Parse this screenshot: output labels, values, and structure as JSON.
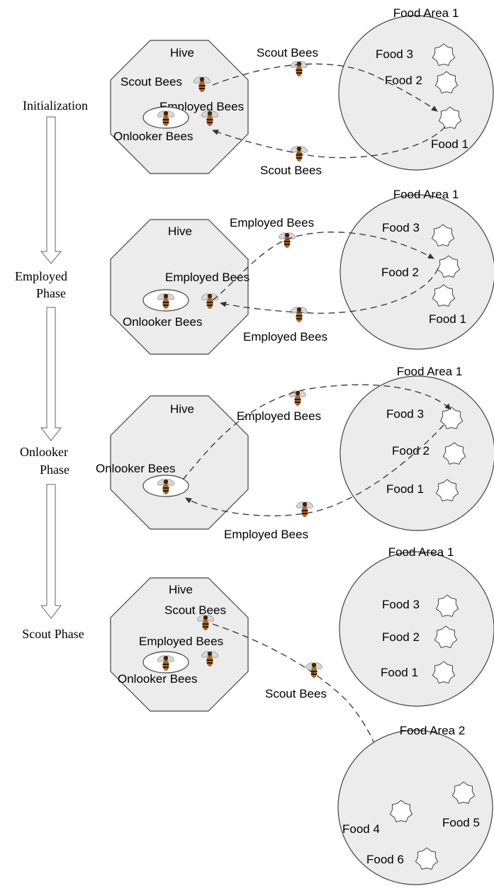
{
  "phases": {
    "initialization": "Initialization",
    "employed_line1": "Employed",
    "employed_line2": "Phase",
    "onlooker_line1": "Onlooker",
    "onlooker_line2": "Phase",
    "scout": "Scout Phase"
  },
  "labels": {
    "hive": "Hive",
    "scout_bees": "Scout Bees",
    "employed_bees": "Employed Bees",
    "onlooker_bees": "Onlooker Bees",
    "food_area_1": "Food Area 1",
    "food_area_2": "Food Area 2",
    "food_1": "Food 1",
    "food_2": "Food 2",
    "food_3": "Food 3",
    "food_4": "Food 4",
    "food_5": "Food 5",
    "food_6": "Food 6"
  },
  "icons": {
    "bee": "bee-icon",
    "food": "star-icon"
  },
  "colors": {
    "bee_body": "#b0651c",
    "bee_stripe": "#2a1a0a"
  }
}
